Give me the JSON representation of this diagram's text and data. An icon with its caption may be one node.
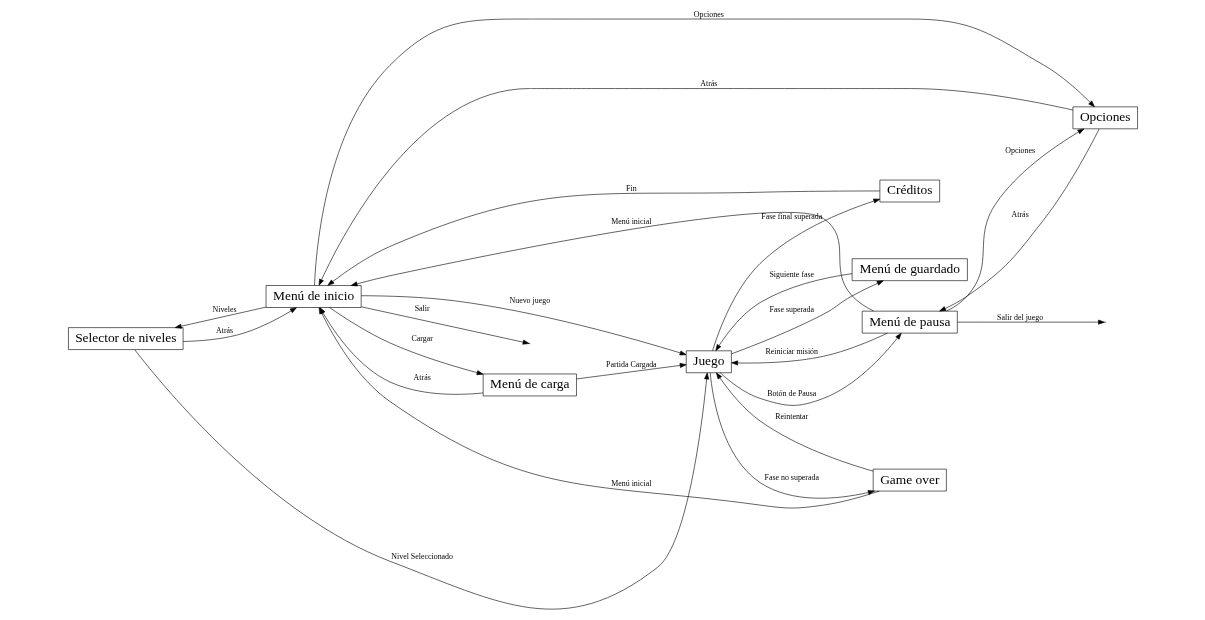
{
  "diagram": {
    "nodes": [
      {
        "text": [
          "Selector de niveles"
        ]
      },
      {
        "text": [
          "Menú de carga"
        ]
      },
      {
        "text": [
          "Menú de guardado"
        ]
      },
      {
        "text": [
          "Menú de inicio"
        ]
      },
      {
        "text": [
          "Juego"
        ]
      },
      {
        "text": [
          "Game over"
        ]
      },
      {
        "text": [
          "Opciones"
        ]
      },
      {
        "text": [
          "Menú de pausa"
        ]
      },
      {
        "text": [
          "Créditos"
        ]
      }
    ],
    "edges": [
      {
        "from": 3,
        "to": 0,
        "arrow": "to",
        "label": "Niveles"
      },
      {
        "from": 0,
        "to": 3,
        "arrow": "to",
        "label": "Atrás"
      },
      {
        "from": 0,
        "to": 4,
        "arrow": "to",
        "label": "Nivel Seleccionado"
      },
      {
        "from": 3,
        "to": 1,
        "arrow": "to",
        "label": "Cargar"
      },
      {
        "from": 1,
        "to": 3,
        "arrow": "to",
        "label": "Atrás"
      },
      {
        "from": 1,
        "to": 4,
        "arrow": "to",
        "label": "Partida Cargada"
      },
      {
        "from": 3,
        "to": null,
        "arrow": "to",
        "label": "Salir"
      },
      {
        "from": 3,
        "to": 4,
        "arrow": "to",
        "label": "Nuevo juego"
      },
      {
        "from": 4,
        "to": 2,
        "arrow": "to",
        "label": "Fase superada"
      },
      {
        "from": 2,
        "to": 4,
        "arrow": "to",
        "label": "Siguiente fase"
      },
      {
        "from": 4,
        "to": 5,
        "arrow": "to",
        "label": "Fase no superada"
      },
      {
        "from": 5,
        "to": 4,
        "arrow": "to",
        "label": "Reintentar"
      },
      {
        "from": 5,
        "to": 3,
        "arrow": "to",
        "label": "Menú inicial"
      },
      {
        "from": 8,
        "to": 3,
        "arrow": "to",
        "label": "Fin"
      },
      {
        "from": 4,
        "to": 8,
        "arrow": "to",
        "label": "Fase final superada"
      },
      {
        "from": 3,
        "to": 6,
        "arrow": "to",
        "label": "Opciones"
      },
      {
        "from": 6,
        "to": 3,
        "arrow": "to",
        "label": "Atrás"
      },
      {
        "from": 4,
        "to": 7,
        "arrow": "to",
        "label": "Botón de Pausa"
      },
      {
        "from": 7,
        "to": 4,
        "arrow": "to",
        "label": "Reiniciar misión"
      },
      {
        "from": 7,
        "to": 3,
        "arrow": "to",
        "label": "Menú inicial"
      },
      {
        "from": 7,
        "to": 6,
        "arrow": "to",
        "label": "Opciones"
      },
      {
        "from": 6,
        "to": 7,
        "arrow": "to",
        "label": "Atrás"
      },
      {
        "from": 7,
        "to": null,
        "arrow": "to",
        "label": "Salir del juego"
      }
    ]
  }
}
